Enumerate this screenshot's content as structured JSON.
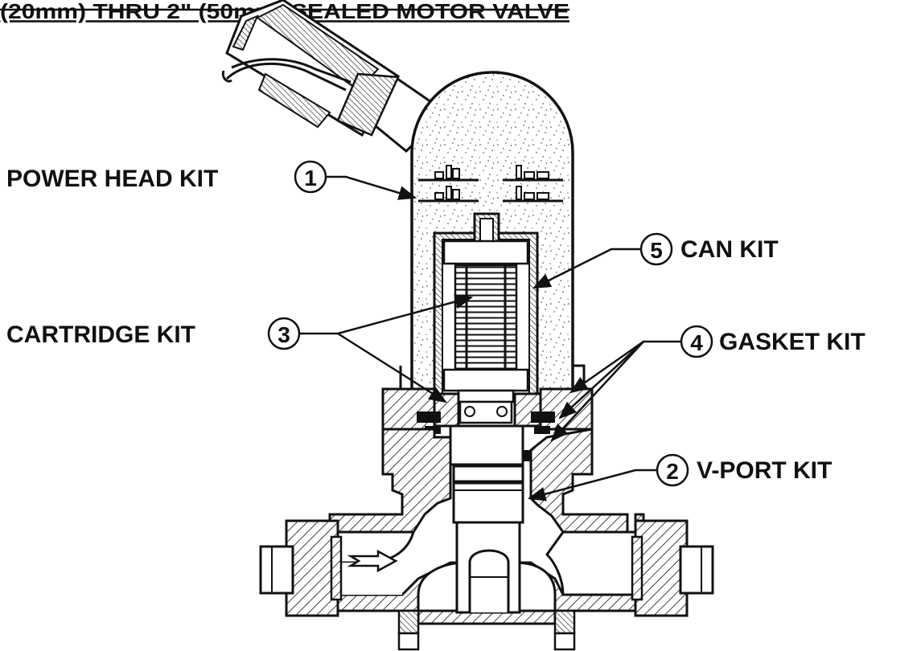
{
  "title": "(20mm) THRU 2\" (50mm) SEALED MOTOR VALVE",
  "callouts": [
    {
      "number": "1",
      "label": "POWER HEAD KIT"
    },
    {
      "number": "5",
      "label": "CAN KIT"
    },
    {
      "number": "3",
      "label": "CARTRIDGE KIT"
    },
    {
      "number": "4",
      "label": "GASKET KIT"
    },
    {
      "number": "2",
      "label": "V-PORT KIT"
    }
  ]
}
